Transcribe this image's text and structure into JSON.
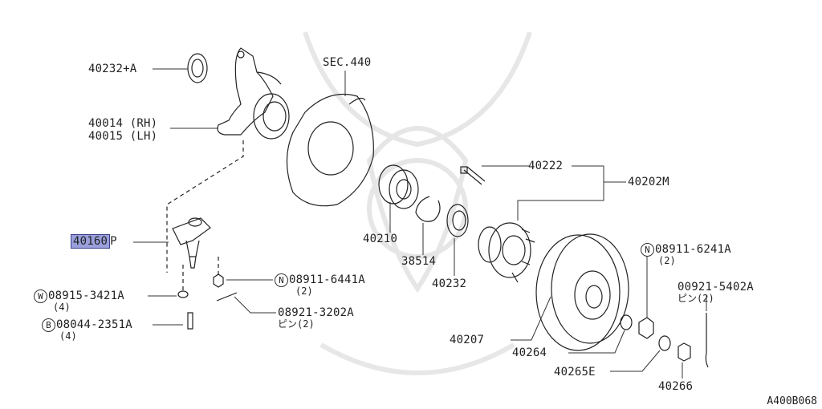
{
  "diagram_code": "A400B068",
  "callouts": {
    "c40232A": "40232+A",
    "c40014": "40014 (RH)",
    "c40015": "40015 (LH)",
    "sec440": "SEC.440",
    "c40222": "40222",
    "c40202M": "40202M",
    "c40210": "40210",
    "c38514": "38514",
    "c40232": "40232",
    "c40160": "40160",
    "p_suffix": "P",
    "n_marker": "N",
    "w_marker": "W",
    "b_marker": "B",
    "c08911_6441A": "08911-6441A",
    "q08911_6441A": "(2)",
    "c08921_3202A": "08921-3202A",
    "q08921_3202A": "ピン(2)",
    "c08915_3421A": "08915-3421A",
    "q08915_3421A": "(4)",
    "c08044_2351A": "08044-2351A",
    "q08044_2351A": "(4)",
    "c08911_6241A": "08911-6241A",
    "q08911_6241A": "(2)",
    "c00921_5402A": "00921-5402A",
    "q00921_5402A": "ピン(2)",
    "c40207": "40207",
    "c40264": "40264",
    "c40265E": "40265E",
    "c40266": "40266"
  },
  "highlight_color": "#9aa0dc"
}
